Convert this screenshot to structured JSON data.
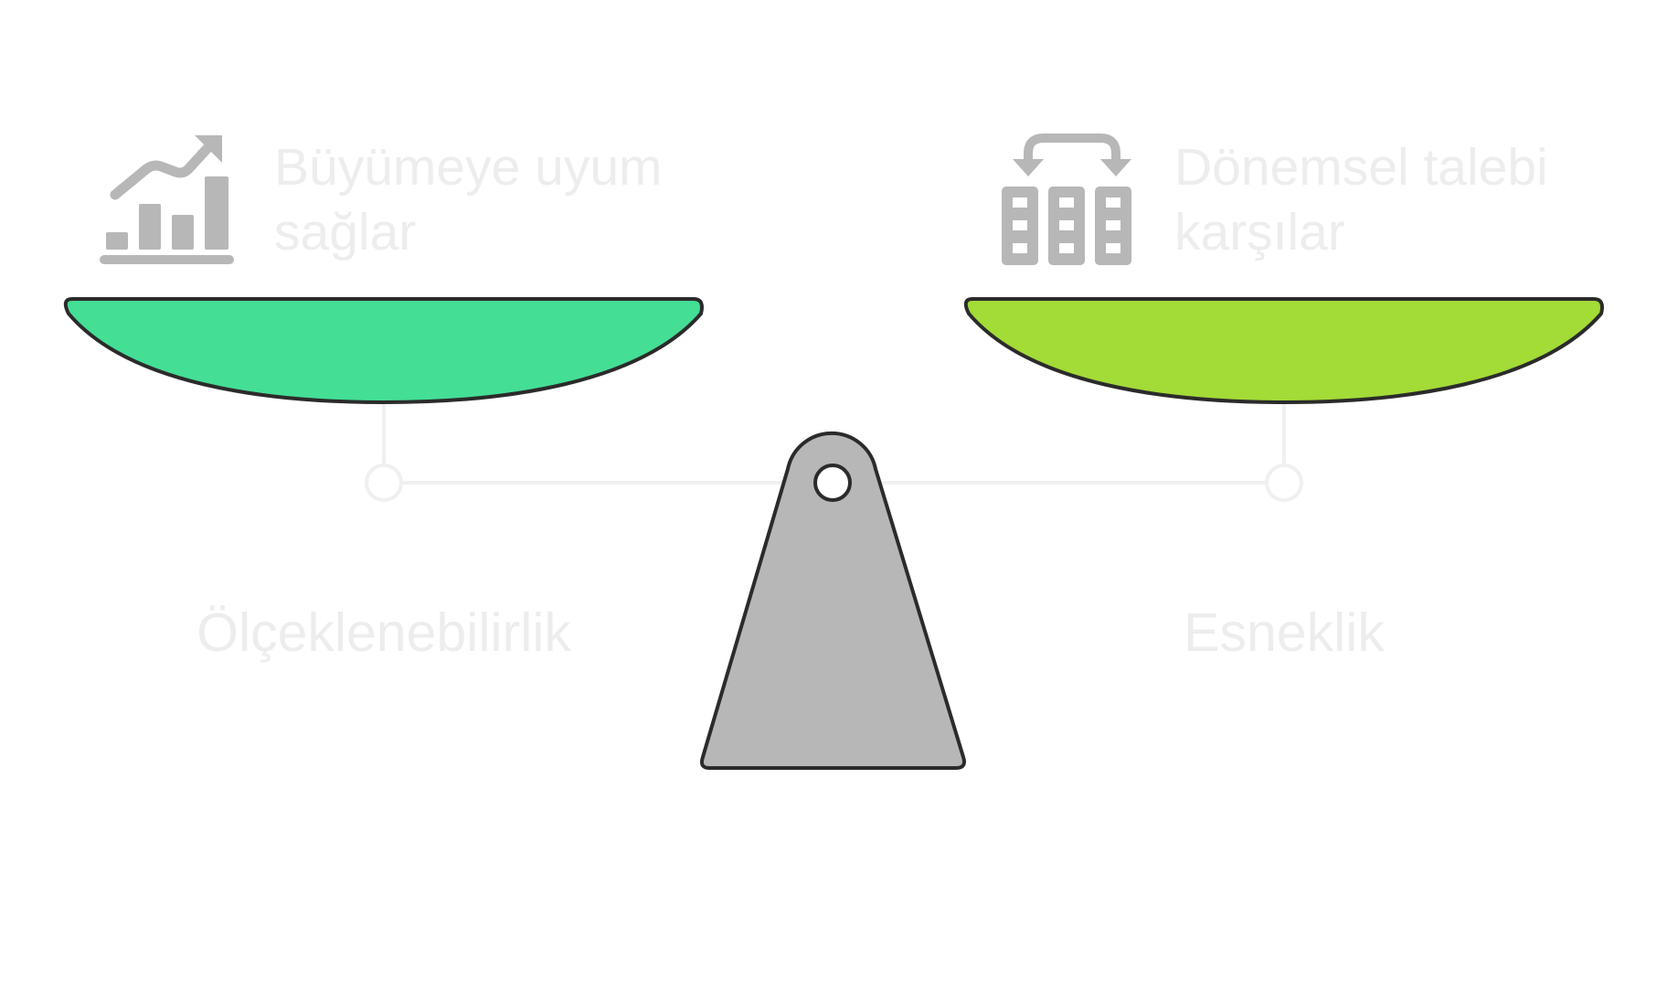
{
  "left_side": {
    "benefit_line1": "Büyümeye uyum",
    "benefit_line2": "sağlar",
    "label": "Ölçeklenebilirlik",
    "pan_color": "#44DE95",
    "icon": "growth-chart-icon"
  },
  "right_side": {
    "benefit_line1": "Dönemsel talebi",
    "benefit_line2": "karşılar",
    "label": "Esneklik",
    "pan_color": "#A3DB37",
    "icon": "seasonal-demand-icon"
  },
  "colors": {
    "outline": "#2B2B2B",
    "fulcrum": "#B7B7B7",
    "icon": "#B7B7B7",
    "faint_text": "#EDEDED",
    "beam": "#F0F0F0"
  }
}
